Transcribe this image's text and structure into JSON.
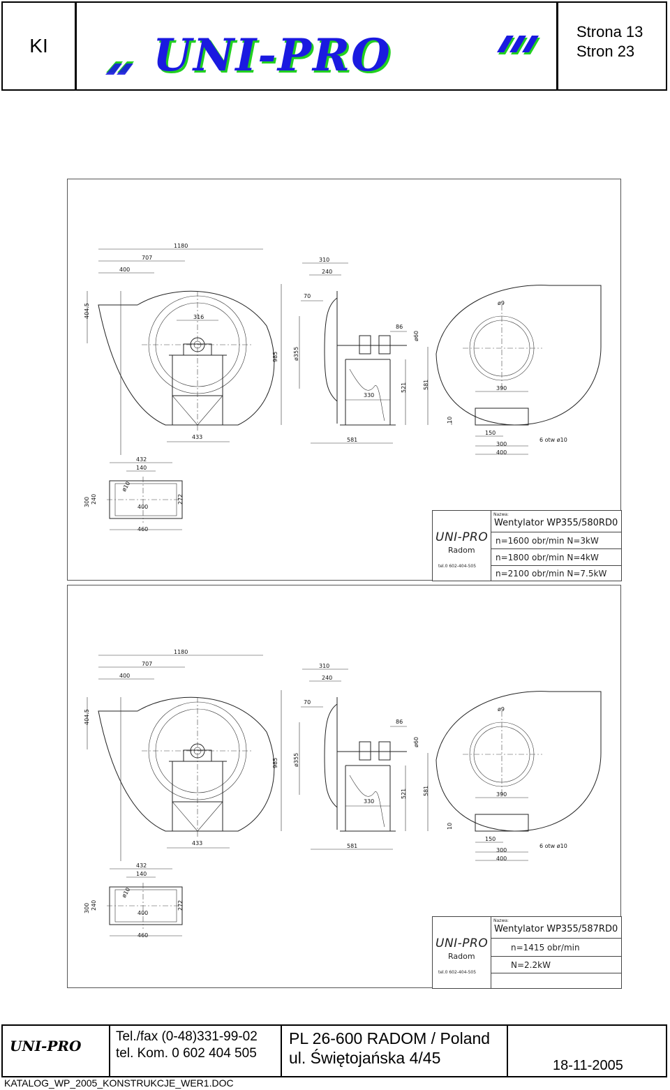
{
  "header": {
    "code": "KI",
    "logo_text": "UNI-PRO",
    "page_line1": "Strona 13",
    "page_line2": "Stron 23"
  },
  "drawing_dims": {
    "d1180": "1180",
    "d707": "707",
    "d400": "400",
    "d310": "310",
    "d240": "240",
    "d70": "70",
    "d404": "404.5",
    "d316": "316",
    "d985": "985",
    "d355": "ø355",
    "d86": "86",
    "d60": "ø60",
    "d9": "ø9",
    "d521": "521",
    "d581": "581",
    "d330": "330",
    "d390": "390",
    "d10": "10",
    "d433": "433",
    "d581b": "581",
    "d150": "150",
    "d300": "300",
    "d400b": "400",
    "holes": "6 otw ø10",
    "d432": "432",
    "d140": "140",
    "d300c": "300",
    "d240c": "240",
    "dphi10": "ø10",
    "d400c": "400",
    "d272": "272",
    "d460": "460"
  },
  "sheets": [
    {
      "company": "UNI-PRO",
      "city": "Radom",
      "phone": "tel.0 602-404-505",
      "name_label": "Nazwa:",
      "title": "Wentylator WP355/580RD0",
      "rows": [
        "n=1600 obr/min N=3kW",
        "n=1800 obr/min N=4kW",
        "n=2100 obr/min N=7.5kW"
      ]
    },
    {
      "company": "UNI-PRO",
      "city": "Radom",
      "phone": "tel.0 602-404-505",
      "name_label": "Nazwa:",
      "title": "Wentylator WP355/587RD0",
      "rows": [
        "n=1415 obr/min",
        "N=2.2kW"
      ]
    }
  ],
  "footer": {
    "logo_text": "UNI-PRO",
    "tel_fax": "Tel./fax (0-48)331-99-02",
    "tel_kom": "tel. Kom. 0 602 404 505",
    "address1": "PL 26-600 RADOM / Poland",
    "address2": "ul. Świętojańska 4/45",
    "date": "18-11-2005",
    "file_name": "KATALOG_WP_2005_KONSTRUKCJE_WER1.DOC"
  }
}
